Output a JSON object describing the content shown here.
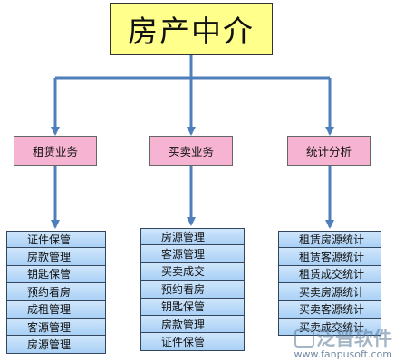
{
  "root": {
    "label": "房产中介"
  },
  "categories": [
    {
      "label": "租赁业务",
      "items": [
        "证件保管",
        "房款管理",
        "钥匙保管",
        "预约看房",
        "成租管理",
        "客源管理",
        "房源管理"
      ]
    },
    {
      "label": "买卖业务",
      "items": [
        "房源管理",
        "客源管理",
        "买卖成交",
        "预约看房",
        "钥匙保管",
        "房款管理",
        "证件保管"
      ]
    },
    {
      "label": "统计分析",
      "items": [
        "租赁房源统计",
        "租赁客源统计",
        "租赁成交统计",
        "买卖房源统计",
        "买卖客源统计",
        "买卖成交统计"
      ]
    }
  ],
  "watermark": {
    "brand": "泛普软件",
    "url": "www.fanpusoft.com"
  },
  "colors": {
    "root_fill": "#ffff8c",
    "category_fill": "#f6b4d2",
    "item_fill": "#b7d9f8",
    "connector": "#4f7fba"
  }
}
